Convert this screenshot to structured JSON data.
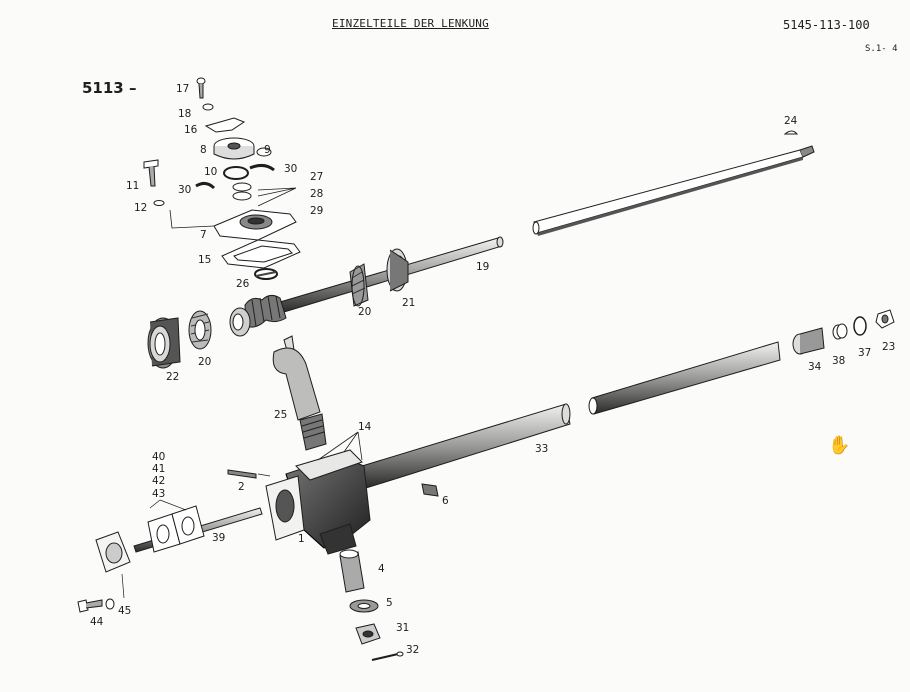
{
  "header": {
    "title": "EINZELTEILE DER LENKUNG",
    "doc_number": "5145-113-100",
    "sheet": "S.1- 4",
    "group": "5113 –"
  },
  "callouts": [
    "1",
    "2",
    "4",
    "5",
    "6",
    "7",
    "8",
    "9",
    "10",
    "11",
    "12",
    "14",
    "15",
    "16",
    "17",
    "18",
    "19",
    "20",
    "21",
    "22",
    "23",
    "24",
    "25",
    "26",
    "27",
    "28",
    "29",
    "30",
    "31",
    "32",
    "33",
    "34",
    "37",
    "38",
    "39",
    "40",
    "41",
    "42",
    "43",
    "44",
    "45"
  ],
  "icons": {
    "cursor": "hand-pointer-icon"
  },
  "colors": {
    "ink": "#1e1e1e",
    "paper": "#fbfbf9",
    "shade": "#555555"
  }
}
